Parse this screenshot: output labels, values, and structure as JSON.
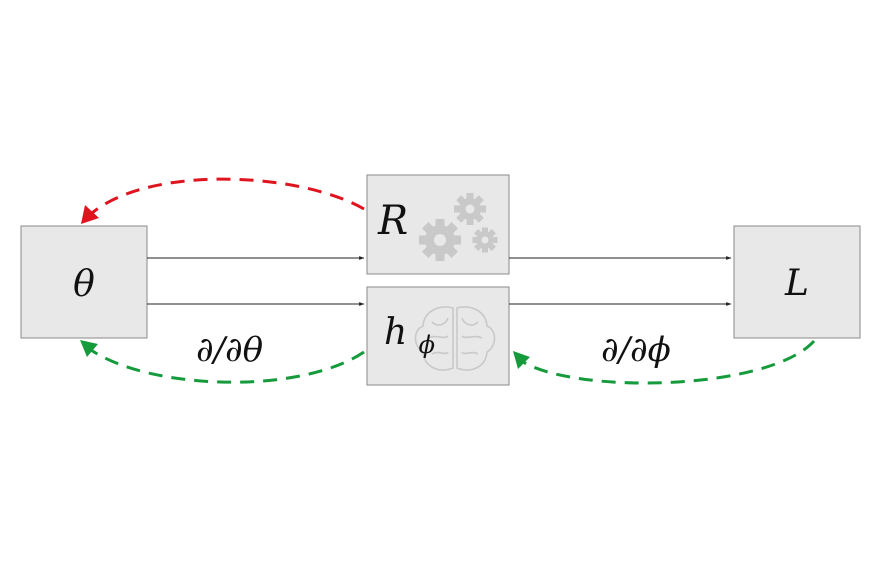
{
  "nodes": {
    "theta": {
      "label": "θ"
    },
    "renderer": {
      "label": "R",
      "icon": "gears-icon"
    },
    "surrogate": {
      "label_base": "h",
      "label_sub": "ϕ",
      "icon": "brain-icon"
    },
    "loss": {
      "label": "L"
    }
  },
  "edges": {
    "grad_theta_label": "∂/∂θ",
    "grad_phi_label": "∂/∂ϕ"
  },
  "colors": {
    "box_fill": "#e8e8e8",
    "box_stroke": "#8a8a8a",
    "red_gradient": "#e0141e",
    "green_gradient": "#159a3c",
    "icon_gray": "#c9c9c9"
  }
}
